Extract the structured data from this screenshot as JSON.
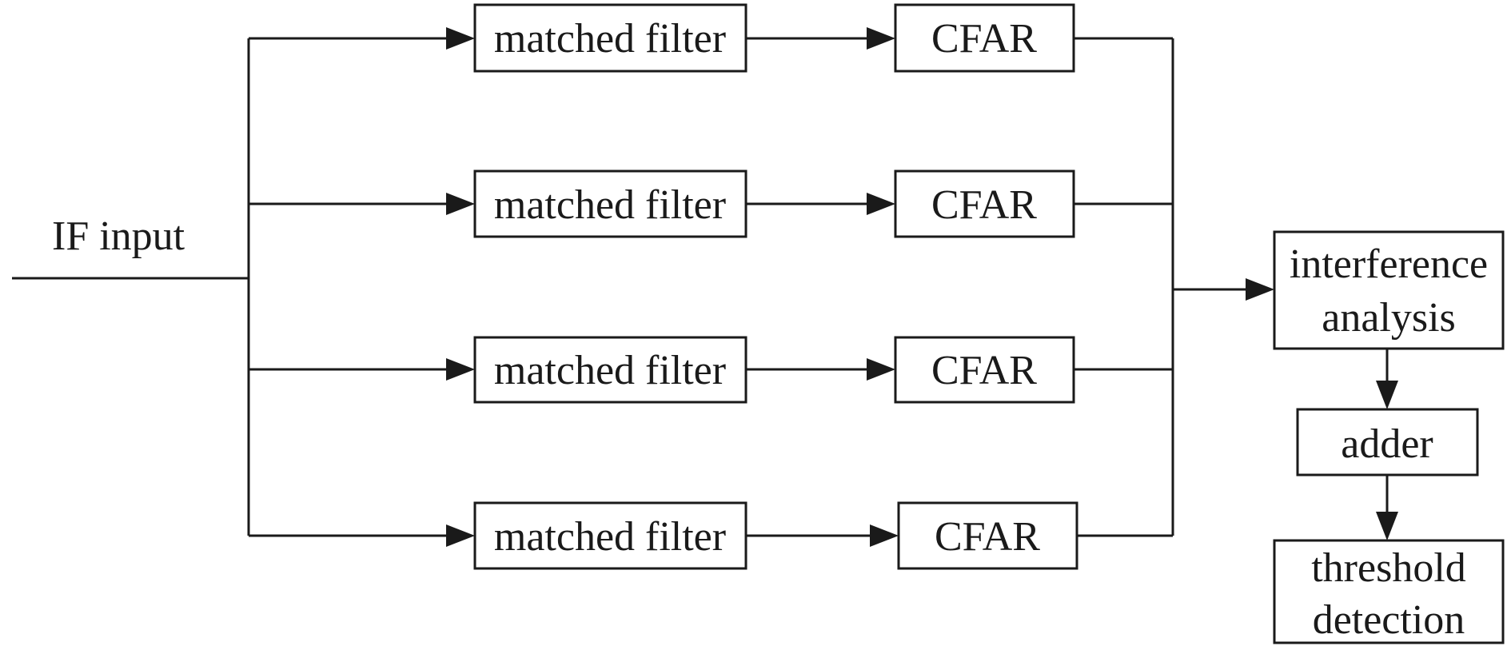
{
  "input_label": "IF input",
  "branches": [
    {
      "filter_label": "matched filter",
      "cfar_label": "CFAR"
    },
    {
      "filter_label": "matched filter",
      "cfar_label": "CFAR"
    },
    {
      "filter_label": "matched filter",
      "cfar_label": "CFAR"
    },
    {
      "filter_label": "matched filter",
      "cfar_label": "CFAR"
    }
  ],
  "interference": {
    "line1": "interference",
    "line2": "analysis"
  },
  "adder_label": "adder",
  "threshold": {
    "line1": "threshold",
    "line2": "detection"
  }
}
